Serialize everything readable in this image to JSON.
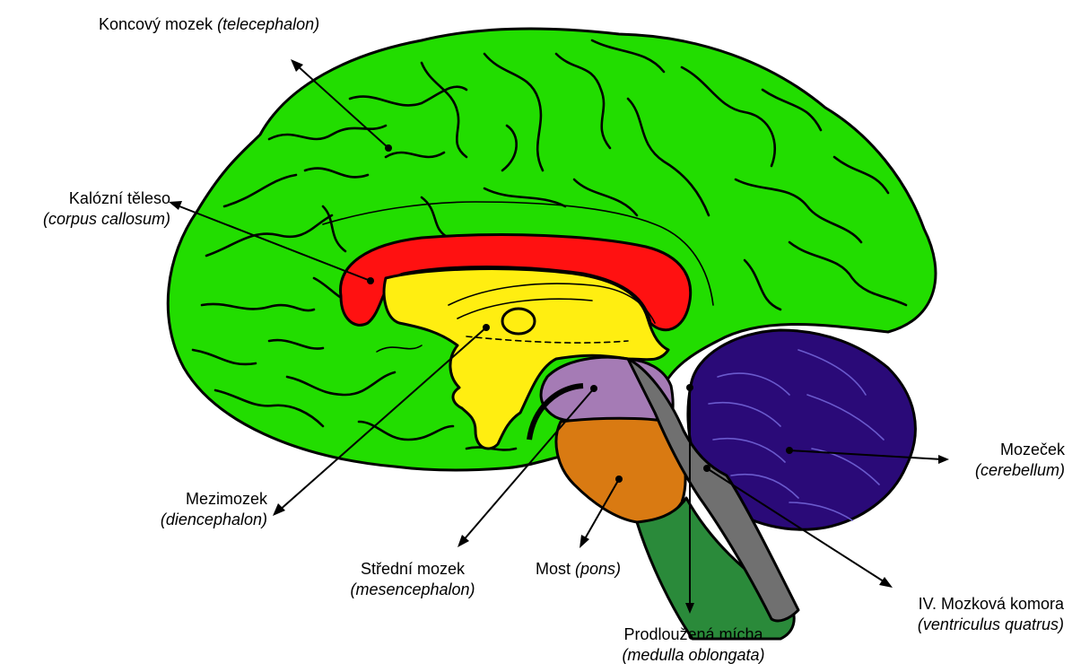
{
  "labels": {
    "telencephalon": {
      "name": "Koncový mozek",
      "latin": "(telecephalon)"
    },
    "corpus_callosum": {
      "name": "Kalózní těleso",
      "latin": "(corpus callosum)"
    },
    "diencephalon": {
      "name": "Mezimozek",
      "latin": "(diencephalon)"
    },
    "mesencephalon": {
      "name": "Střední mozek",
      "latin": "(mesencephalon)"
    },
    "pons": {
      "name": "Most",
      "latin": "(pons)"
    },
    "medulla": {
      "name": "Prodloužená mícha",
      "latin": "(medulla oblongata)"
    },
    "ventricle": {
      "name": "IV. Mozková komora",
      "latin": "(ventriculus quatrus)"
    },
    "cerebellum": {
      "name": "Mozeček",
      "latin": "(cerebellum)"
    }
  },
  "colors": {
    "telencephalon": "#22dd00",
    "corpus_callosum": "#ff1111",
    "diencephalon": "#ffee11",
    "mesencephalon": "#a57bb5",
    "pons": "#d97a12",
    "medulla": "#2a8a3a",
    "ventricle": "#707070",
    "cerebellum": "#2a0a78"
  }
}
